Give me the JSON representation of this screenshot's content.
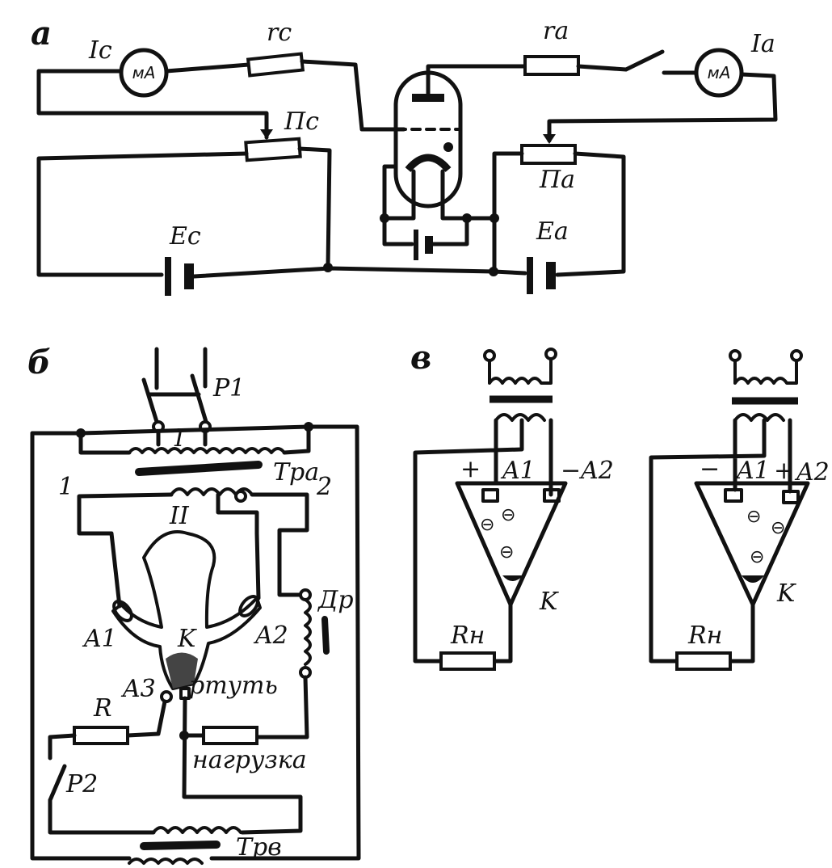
{
  "labels": {
    "part_a": "а",
    "part_b": "б",
    "part_v": "в",
    "a_Ic": "Ic",
    "a_meter_left": "мА",
    "a_rc": "rc",
    "a_ra": "ra",
    "a_meter_right": "мА",
    "a_Ia": "Ia",
    "a_Pc": "Пс",
    "a_Pa": "Па",
    "a_Ec": "Ec",
    "a_Ea": "Ea",
    "b_P1": "P1",
    "b_I": "I",
    "b_Tra": "Трa",
    "b_1": "1",
    "b_2": "2",
    "b_II": "II",
    "b_Dr": "Др",
    "b_A1": "A1",
    "b_A2": "A2",
    "b_K": "K",
    "b_A3": "A3",
    "b_mercury": "ртуть",
    "b_R": "R",
    "b_load": "нагрузка",
    "b_P2": "P2",
    "b_Trv": "Трв",
    "v1_plus": "+",
    "v1_A1": "A1",
    "v1_minusA2": "−A2",
    "v1_K": "K",
    "v1_Rn": "Rн",
    "v2_minus": "−",
    "v2_A1": "A1",
    "v2_plus": "+",
    "v2_A2": "A2",
    "v2_K": "K",
    "v2_Rn": "Rн",
    "electron": "⊖"
  }
}
